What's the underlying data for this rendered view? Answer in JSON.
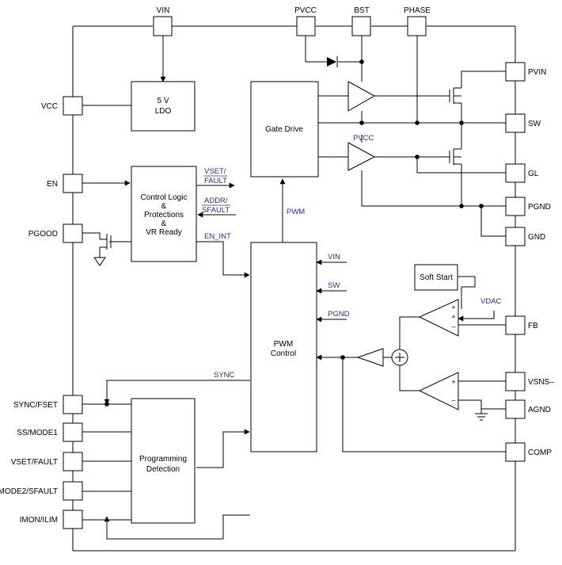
{
  "pins": {
    "vin": "VIN",
    "pvcc": "PVCC",
    "bst": "BST",
    "phase": "PHASE",
    "vcc": "VCC",
    "en": "EN",
    "pgood": "PGOOD",
    "sync_fset": "SYNC/FSET",
    "ss_mode1": "SS/MODE1",
    "vset_fault": "VSET/FAULT",
    "mode2_sfault": "MODE2/SFAULT",
    "imon_ilim": "IMON/ILIM",
    "pvin": "PVIN",
    "sw": "SW",
    "gl": "GL",
    "pgnd": "PGND",
    "gnd": "GND",
    "fb": "FB",
    "vsns_minus": "VSNS–",
    "agnd": "AGND",
    "comp": "COMP"
  },
  "blocks": {
    "ldo_line1": "5 V",
    "ldo_line2": "LDO",
    "control_logic_lines": [
      "Control Logic",
      "&",
      "Protections",
      "&",
      "VR Ready"
    ],
    "gate_drive": "Gate Drive",
    "pwm_control_line1": "PWM",
    "pwm_control_line2": "Control",
    "programming_line1": "Programming",
    "programming_line2": "Detection",
    "soft_start": "Soft Start"
  },
  "signals": {
    "vset_fault_line1": "VSET/",
    "vset_fault_line2": "FAULT",
    "addr_sfault_line1": "ADDR/",
    "addr_sfault_line2": "SFAULT",
    "en_int": "EN_INT",
    "pwm": "PWM",
    "pvcc": "PVCC",
    "vin": "VIN",
    "sw": "SW",
    "pgnd": "PGND",
    "vdac": "VDAC",
    "sync": "SYNC"
  },
  "amp_signs": {
    "fb_amp": [
      "+",
      "+",
      "–"
    ],
    "vsns_amp": [
      "+",
      "–"
    ]
  }
}
